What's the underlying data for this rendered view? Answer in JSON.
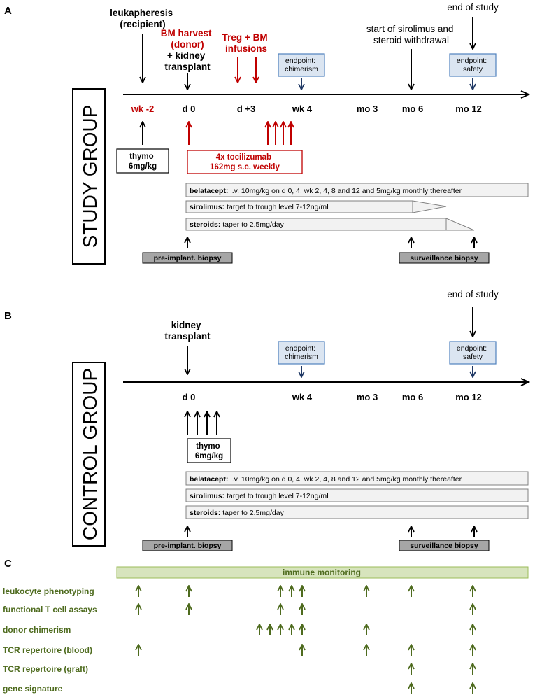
{
  "colors": {
    "black": "#000000",
    "red": "#c00000",
    "navy": "#1f3864",
    "green": "#4e6b1e",
    "endpoint_fill": "#dbe5f1",
    "endpoint_stroke": "#4f81bd",
    "biopsy_fill": "#a6a6a6",
    "monitor_fill": "#d7e4bd",
    "monitor_stroke": "#9bbb59",
    "tocil_stroke": "#c00000"
  },
  "panel_a": {
    "letter": "A",
    "group_label": "STUDY GROUP",
    "top_labels": {
      "leukapheresis": [
        "leukapheresis",
        "(recipient)"
      ],
      "bm_harvest": [
        "BM harvest",
        "(donor)"
      ],
      "kidney": [
        "+ kidney",
        "transplant"
      ],
      "treg": [
        "Treg + BM",
        "infusions"
      ],
      "sirolimus_start": [
        "start of sirolimus and",
        "steroid withdrawal"
      ],
      "end_of_study": "end of study"
    },
    "endpoint_chimerism": [
      "endpoint:",
      "chimerism"
    ],
    "endpoint_safety": [
      "endpoint:",
      "safety"
    ],
    "timepoints": [
      "wk -2",
      "d 0",
      "d +3",
      "wk 4",
      "mo 3",
      "mo 6",
      "mo 12"
    ],
    "thymo": [
      "thymo",
      "6mg/kg"
    ],
    "tocilizumab": [
      "4x tocilizumab",
      "162mg s.c. weekly"
    ],
    "belatacept": {
      "label": "belatacept:",
      "text": " i.v. 10mg/kg on d 0, 4, wk 2, 4, 8 and 12 and 5mg/kg monthly thereafter"
    },
    "sirolimus": {
      "label": "sirolimus:",
      "text": " target to trough level 7-12ng/mL"
    },
    "steroids": {
      "label": "steroids:",
      "text": " taper to 2.5mg/day"
    },
    "pre_biopsy": "pre-implant. biopsy",
    "surv_biopsy": "surveillance biopsy"
  },
  "panel_b": {
    "letter": "B",
    "group_label": "CONTROL GROUP",
    "kidney": [
      "kidney",
      "transplant"
    ],
    "end_of_study": "end of study",
    "endpoint_chimerism": [
      "endpoint:",
      "chimerism"
    ],
    "endpoint_safety": [
      "endpoint:",
      "safety"
    ],
    "timepoints": [
      "d 0",
      "wk 4",
      "mo 3",
      "mo 6",
      "mo 12"
    ],
    "thymo": [
      "thymo",
      "6mg/kg"
    ],
    "belatacept": {
      "label": "belatacept:",
      "text": " i.v. 10mg/kg on d 0, 4, wk 2, 4, 8 and 12 and 5mg/kg monthly thereafter"
    },
    "sirolimus": {
      "label": "sirolimus:",
      "text": " target to trough level 7-12ng/mL"
    },
    "steroids": {
      "label": "steroids:",
      "text": " taper to 2.5mg/day"
    },
    "pre_biopsy": "pre-implant. biopsy",
    "surv_biopsy": "surveillance biopsy"
  },
  "panel_c": {
    "letter": "C",
    "banner": "immune monitoring",
    "rows": [
      "leukocyte phenotyping",
      "functional T cell assays",
      "donor chimerism",
      "TCR repertoire (blood)",
      "TCR repertoire (graft)",
      "gene signature"
    ]
  }
}
